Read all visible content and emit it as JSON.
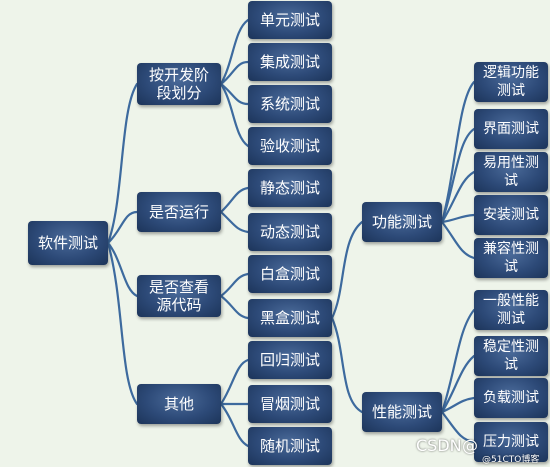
{
  "root": "软件测试",
  "categories": [
    "按开发阶\n段划分",
    "是否运行",
    "是否查看\n源代码",
    "其他"
  ],
  "leaves": [
    "单元测试",
    "集成测试",
    "系统测试",
    "验收测试",
    "静态测试",
    "动态测试",
    "白盒测试",
    "黑盒测试",
    "回归测试",
    "冒烟测试",
    "随机测试"
  ],
  "blackbox_branches": [
    "功能测试",
    "性能测试"
  ],
  "functional_items": [
    "逻辑功能\n测试",
    "界面测试",
    "易用性测\n试",
    "安装测试",
    "兼容性测\n试"
  ],
  "performance_items": [
    "一般性能\n测试",
    "稳定性测\n试",
    "负载测试",
    "压力测试"
  ],
  "watermark": {
    "csdn": "CSDN",
    "at": "@",
    "blog": "@51CTO博客"
  },
  "colors": {
    "node": "#2d4a78",
    "connector": "#3d6a9e",
    "background": "#eef4ea"
  }
}
